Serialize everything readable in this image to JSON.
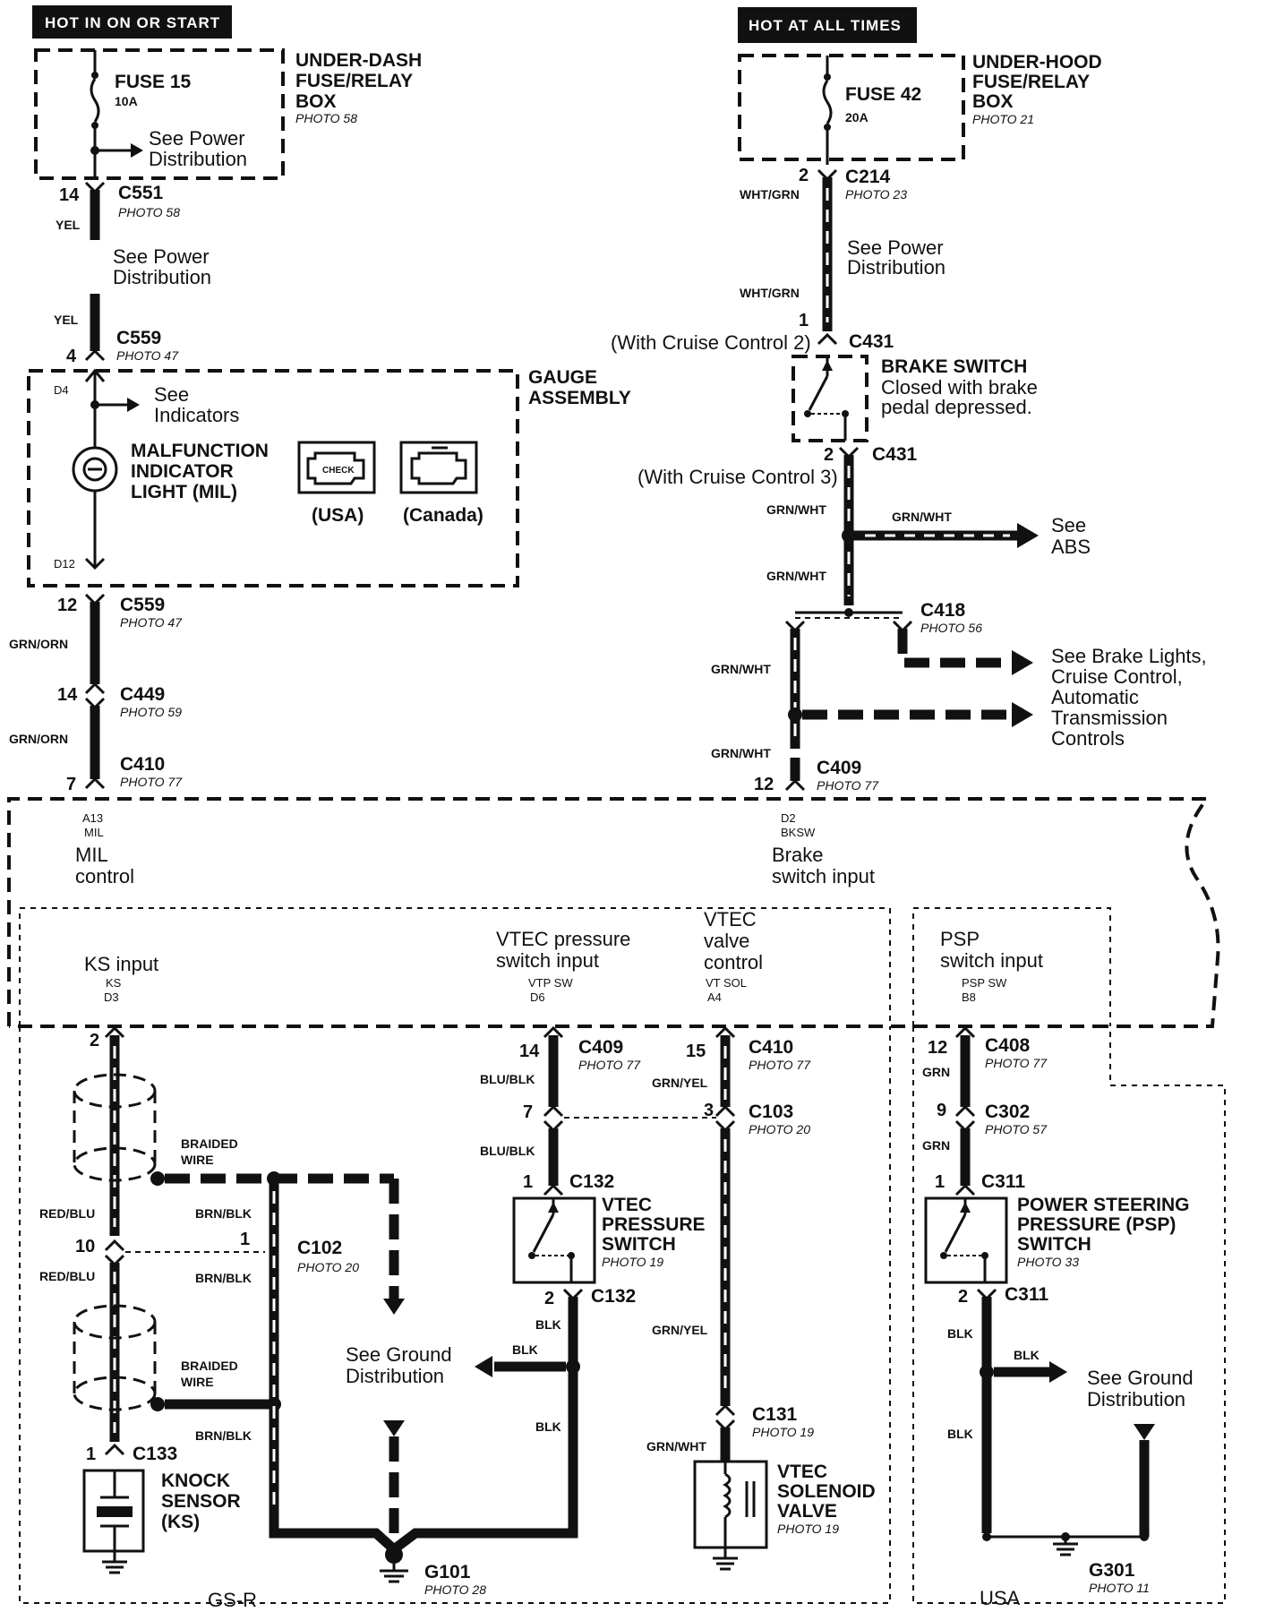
{
  "header_left": "HOT IN ON OR START",
  "header_right": "HOT AT ALL TIMES",
  "underdash": {
    "title1": "UNDER-DASH",
    "title2": "FUSE/RELAY",
    "title3": "BOX",
    "photo": "PHOTO 58",
    "fuse_name": "FUSE 15",
    "fuse_amp": "10A",
    "see1": "See Power",
    "see2": "Distribution"
  },
  "underhood": {
    "title1": "UNDER-HOOD",
    "title2": "FUSE/RELAY",
    "title3": "BOX",
    "photo": "PHOTO 21",
    "fuse_name": "FUSE  42",
    "fuse_amp": "20A"
  },
  "left_chain": {
    "c551": "C551",
    "c551_photo": "PHOTO 58",
    "c551_pin": "14",
    "yel1": "YEL",
    "see_power1": "See Power",
    "see_power2": "Distribution",
    "yel2": "YEL",
    "c559a": "C559",
    "c559a_photo": "PHOTO 47",
    "c559a_pin": "4",
    "c559b": "C559",
    "c559b_photo": "PHOTO 47",
    "c559b_pin": "12",
    "grnorn1": "GRN/ORN",
    "c449": "C449",
    "c449_photo": "PHOTO 59",
    "c449_pin": "14",
    "grnorn2": "GRN/ORN",
    "c410": "C410",
    "c410_photo": "PHOTO 77",
    "c410_pin": "7"
  },
  "gauge": {
    "title1": "GAUGE",
    "title2": "ASSEMBLY",
    "d4": "D4",
    "d12": "D12",
    "see_ind1": "See",
    "see_ind2": "Indicators",
    "mil1": "MALFUNCTION",
    "mil2": "INDICATOR",
    "mil3": "LIGHT (MIL)",
    "check": "CHECK",
    "usa": "(USA)",
    "canada": "(Canada)"
  },
  "right_chain": {
    "c214": "C214",
    "c214_photo": "PHOTO 23",
    "c214_pin": "2",
    "whtgrn1": "WHT/GRN",
    "see_power1": "See Power",
    "see_power2": "Distribution",
    "whtgrn2": "WHT/GRN",
    "pin_1": "1",
    "cruise2": "(With Cruise Control  2)",
    "c431a": "C431",
    "brake1": "BRAKE SWITCH",
    "brake2": "Closed with brake",
    "brake3": "pedal depressed.",
    "c431b_pin": "2",
    "c431b": "C431",
    "cruise3": "(With Cruise Control  3)",
    "grnwht1": "GRN/WHT",
    "grnwht_abs": "GRN/WHT",
    "see_abs1": "See",
    "see_abs2": "ABS",
    "grnwht2": "GRN/WHT",
    "c418": "C418",
    "c418_photo": "PHOTO 56",
    "grnwht3": "GRN/WHT",
    "brake_lights1": "See Brake Lights,",
    "brake_lights2": "Cruise Control,",
    "brake_lights3": "Automatic",
    "brake_lights4": "Transmission",
    "brake_lights5": "Controls",
    "grnwht4": "GRN/WHT",
    "c409": "C409",
    "c409_photo": "PHOTO 77",
    "c409_pin": "12"
  },
  "ecm": {
    "a13": "A13",
    "mil_code": "MIL",
    "mil_ctrl1": "MIL",
    "mil_ctrl2": "control",
    "d2": "D2",
    "bksw": "BKSW",
    "brake_in1": "Brake",
    "brake_in2": "switch input",
    "ks1": "KS input",
    "ks2": "KS",
    "ks3": "D3",
    "vtp1": "VTEC pressure",
    "vtp2": "switch input",
    "vtp3": "VTP SW",
    "vtp4": "D6",
    "vts1": "VTEC",
    "vts2": "valve",
    "vts3": "control",
    "vts4": "VT SOL",
    "vts5": "A4",
    "psp1": "PSP",
    "psp2": "switch input",
    "psp3": "PSP SW",
    "psp4": "B8"
  },
  "ks_section": {
    "pin2": "2",
    "braided1a": "BRAIDED",
    "braided1b": "WIRE",
    "redblu1": "RED/BLU",
    "brnblk1": "BRN/BLK",
    "pin10": "10",
    "pin1c102": "1",
    "c102": "C102",
    "c102_photo": "PHOTO 20",
    "redblu2": "RED/BLU",
    "brnblk2": "BRN/BLK",
    "braided2a": "BRAIDED",
    "braided2b": "WIRE",
    "brnblk3": "BRN/BLK",
    "c133_pin": "1",
    "c133": "C133",
    "knock1": "KNOCK",
    "knock2": "SENSOR",
    "knock3": "(KS)",
    "see_gnd1": "See Ground",
    "see_gnd2": "Distribution",
    "gsr": "GS-R"
  },
  "vtp_section": {
    "pin14": "14",
    "c409": "C409",
    "c409_photo": "PHOTO 77",
    "blublk1": "BLU/BLK",
    "pin7": "7",
    "blublk2": "BLU/BLK",
    "pin1": "1",
    "c132a": "C132",
    "title1": "VTEC",
    "title2": "PRESSURE",
    "title3": "SWITCH",
    "photo": "PHOTO 19",
    "pin2": "2",
    "c132b": "C132",
    "blk1": "BLK",
    "blk2": "BLK",
    "blk3": "BLK",
    "g101": "G101",
    "g101_photo": "PHOTO 28"
  },
  "vts_section": {
    "pin15": "15",
    "c410": "C410",
    "c410_photo": "PHOTO 77",
    "grnyel1": "GRN/YEL",
    "pin3": "3",
    "c103": "C103",
    "c103_photo": "PHOTO 20",
    "grnyel2": "GRN/YEL",
    "c131": "C131",
    "c131_photo": "PHOTO 19",
    "grnwht": "GRN/WHT",
    "title1": "VTEC",
    "title2": "SOLENOID",
    "title3": "VALVE",
    "photo": "PHOTO 19"
  },
  "psp_section": {
    "pin12": "12",
    "c408": "C408",
    "c408_photo": "PHOTO 77",
    "grn1": "GRN",
    "pin9": "9",
    "c302": "C302",
    "c302_photo": "PHOTO 57",
    "grn2": "GRN",
    "pin1": "1",
    "c311a": "C311",
    "title1": "POWER STEERING",
    "title2": "PRESSURE (PSP)",
    "title3": "SWITCH",
    "photo": "PHOTO 33",
    "pin2": "2",
    "c311b": "C311",
    "blk1": "BLK",
    "blk2": "BLK",
    "blk3": "BLK",
    "see_gnd1": "See Ground",
    "see_gnd2": "Distribution",
    "g301": "G301",
    "g301_photo": "PHOTO 11",
    "usa": "USA"
  }
}
